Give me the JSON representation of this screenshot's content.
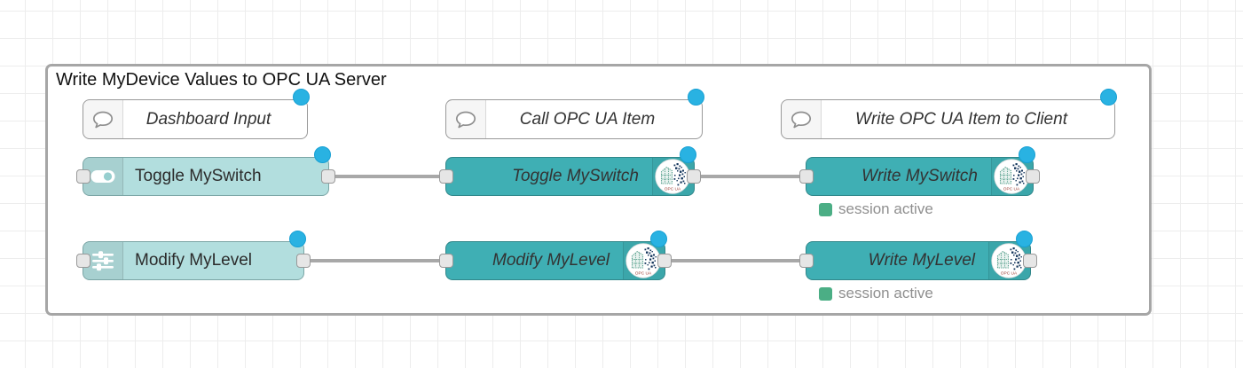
{
  "group": {
    "title": "Write MyDevice Values to OPC UA Server"
  },
  "comments": [
    {
      "label": "Dashboard Input"
    },
    {
      "label": "Call OPC UA Item"
    },
    {
      "label": "Write OPC UA Item to Client"
    }
  ],
  "nodes": {
    "dashboard": [
      {
        "label": "Toggle MySwitch",
        "icon": "toggle-icon"
      },
      {
        "label": "Modify MyLevel",
        "icon": "sliders-icon"
      }
    ],
    "call": [
      {
        "label": "Toggle MySwitch",
        "icon": "opcua-icon"
      },
      {
        "label": "Modify MyLevel",
        "icon": "opcua-icon"
      }
    ],
    "write": [
      {
        "label": "Write MySwitch",
        "icon": "opcua-icon",
        "status": "session active"
      },
      {
        "label": "Write MyLevel",
        "icon": "opcua-icon",
        "status": "session active"
      }
    ]
  },
  "opcua_badge": "OPC UA",
  "colors": {
    "ui_node_bg": "#b2dede",
    "opcua_node_bg": "#3fafb4",
    "wire": "#a8a8a8",
    "port_fill": "#e6e6e6",
    "port_border": "#999999",
    "changed_dot": "#29b2e2",
    "status_green": "#4bae85",
    "status_text": "#8f8f8f",
    "group_border": "#a6a6a6",
    "grid_line": "#ededed"
  }
}
